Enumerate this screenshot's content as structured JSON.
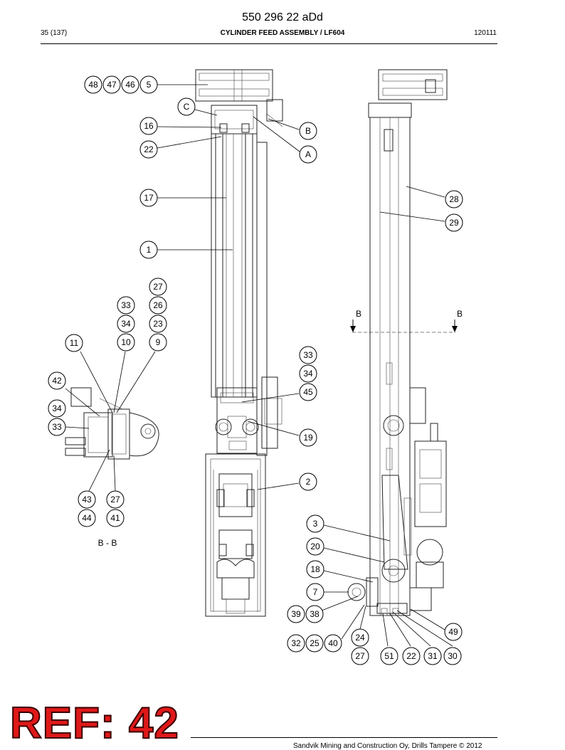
{
  "header": {
    "doc_number": "550 296 22 aDd",
    "page": "35 (137)",
    "title": "CYLINDER FEED ASSEMBLY / LF604",
    "code": "120111"
  },
  "section_label": "B - B",
  "section_marks": [
    "B",
    "B"
  ],
  "ref_stamp": "REF: 42",
  "footer": "Sandvik Mining and Construction Oy, Drills Tampere © 2012",
  "callouts": [
    "48",
    "47",
    "46",
    "5",
    "C",
    "16",
    "B",
    "22",
    "A",
    "17",
    "28",
    "29",
    "1",
    "27",
    "26",
    "23",
    "33",
    "34",
    "10",
    "9",
    "11",
    "42",
    "34",
    "33",
    "43",
    "27",
    "44",
    "41",
    "33",
    "34",
    "45",
    "19",
    "2",
    "3",
    "20",
    "18",
    "7",
    "39",
    "38",
    "24",
    "32",
    "25",
    "40",
    "27",
    "51",
    "22",
    "31",
    "30",
    "49"
  ]
}
